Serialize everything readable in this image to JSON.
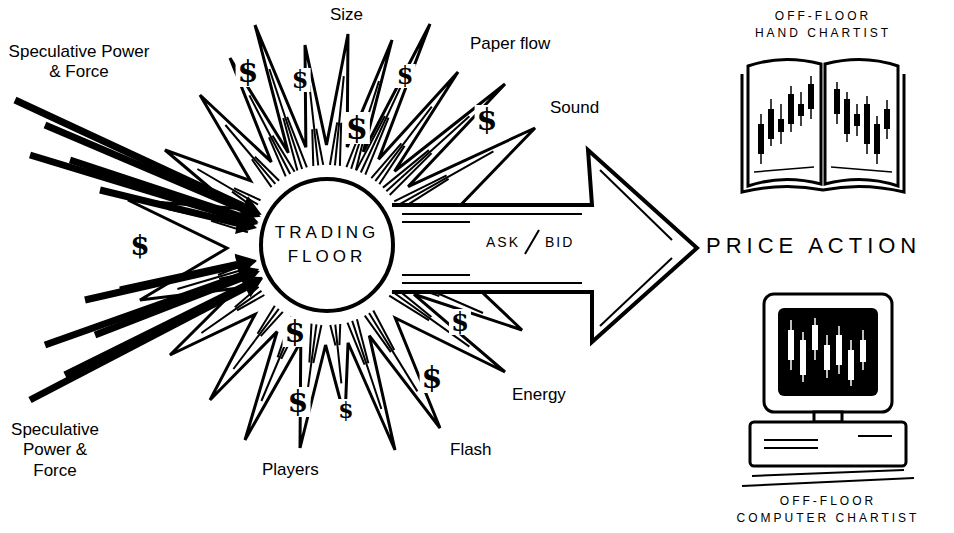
{
  "diagram": {
    "nodes": [
      {
        "text": [
          "TRADING FLOOR"
        ]
      },
      {
        "text": [
          "OFF-FLOOR HAND CHARTIST"
        ]
      },
      {
        "text": [
          "OFF-FLOOR COMPUTER CHARTIST"
        ]
      }
    ],
    "labels": [
      "Speculative Power & Force",
      "Size",
      "Paper flow",
      "Sound",
      "ASK",
      "BID",
      "PRICE ACTION",
      "Energy",
      "Flash",
      "Players",
      "Speculative Power & Force",
      "$",
      "$",
      "$",
      "$",
      "$",
      "$",
      "$",
      "$",
      "$",
      "$",
      "$"
    ]
  }
}
